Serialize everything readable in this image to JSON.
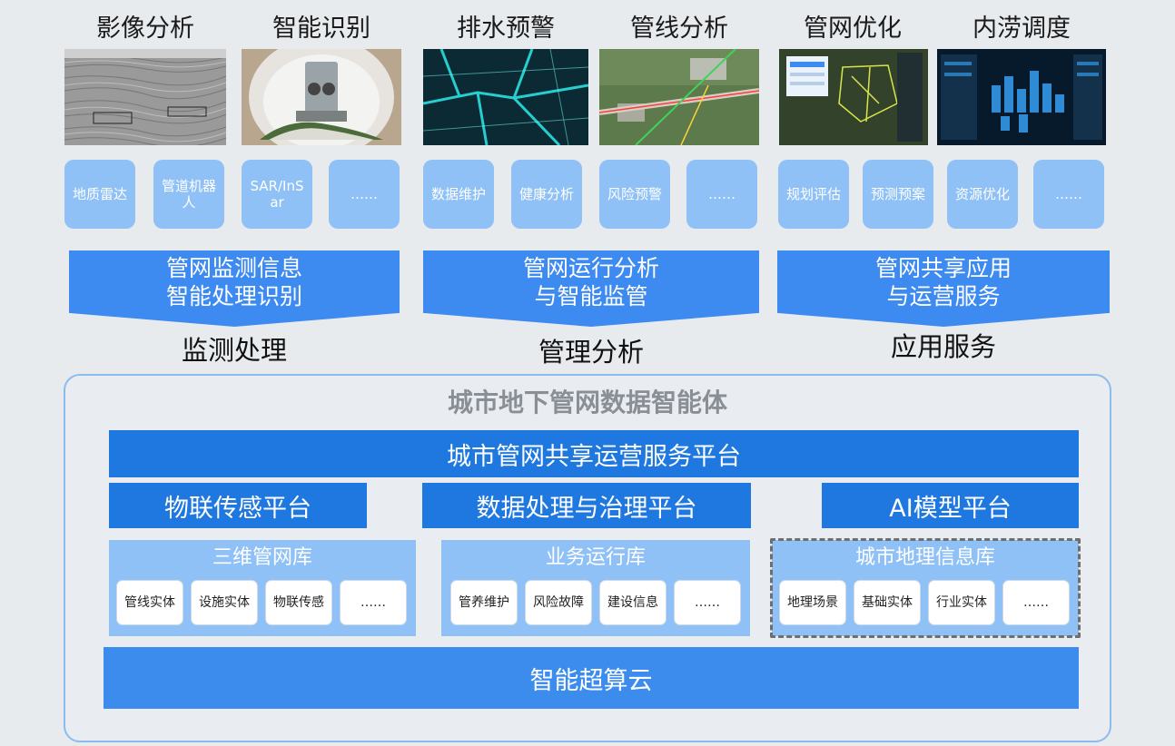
{
  "columns": [
    {
      "title": "影像分析"
    },
    {
      "title": "智能识别"
    },
    {
      "title": "排水预警"
    },
    {
      "title": "管线分析"
    },
    {
      "title": "管网优化"
    },
    {
      "title": "内涝调度"
    }
  ],
  "chips": [
    {
      "label": "地质雷达"
    },
    {
      "label": "管道机器人"
    },
    {
      "label": "SAR/InSar"
    },
    {
      "label": "……"
    },
    {
      "label": "数据维护"
    },
    {
      "label": "健康分析"
    },
    {
      "label": "风险预警"
    },
    {
      "label": "……"
    },
    {
      "label": "规划评估"
    },
    {
      "label": "预测预案"
    },
    {
      "label": "资源优化"
    },
    {
      "label": "……"
    }
  ],
  "banners": [
    {
      "line1": "管网监测信息",
      "line2": "智能处理识别",
      "caption": "监测处理"
    },
    {
      "line1": "管网运行分析",
      "line2": "与智能监管",
      "caption": "管理分析"
    },
    {
      "line1": "管网共享应用",
      "line2": "与运营服务",
      "caption": "应用服务"
    }
  ],
  "agent": {
    "title": "城市地下管网数据智能体",
    "service_platform": "城市管网共享运营服务平台",
    "platforms": [
      "物联传感平台",
      "数据处理与治理平台",
      "AI模型平台"
    ],
    "libraries": [
      {
        "title": "三维管网库",
        "cells": [
          "管线实体",
          "设施实体",
          "物联传感",
          "……"
        ]
      },
      {
        "title": "业务运行库",
        "cells": [
          "管养维护",
          "风险故障",
          "建设信息",
          "……"
        ]
      },
      {
        "title": "城市地理信息库",
        "cells": [
          "地理场景",
          "基础实体",
          "行业实体",
          "……"
        ]
      }
    ],
    "cloud": "智能超算云"
  },
  "colors": {
    "background": "#e8ebee",
    "chip": "#8fc1f6",
    "banner": "#3d8af0",
    "platform_dark": "#1f78e0",
    "platform_mid": "#3c8cee"
  }
}
